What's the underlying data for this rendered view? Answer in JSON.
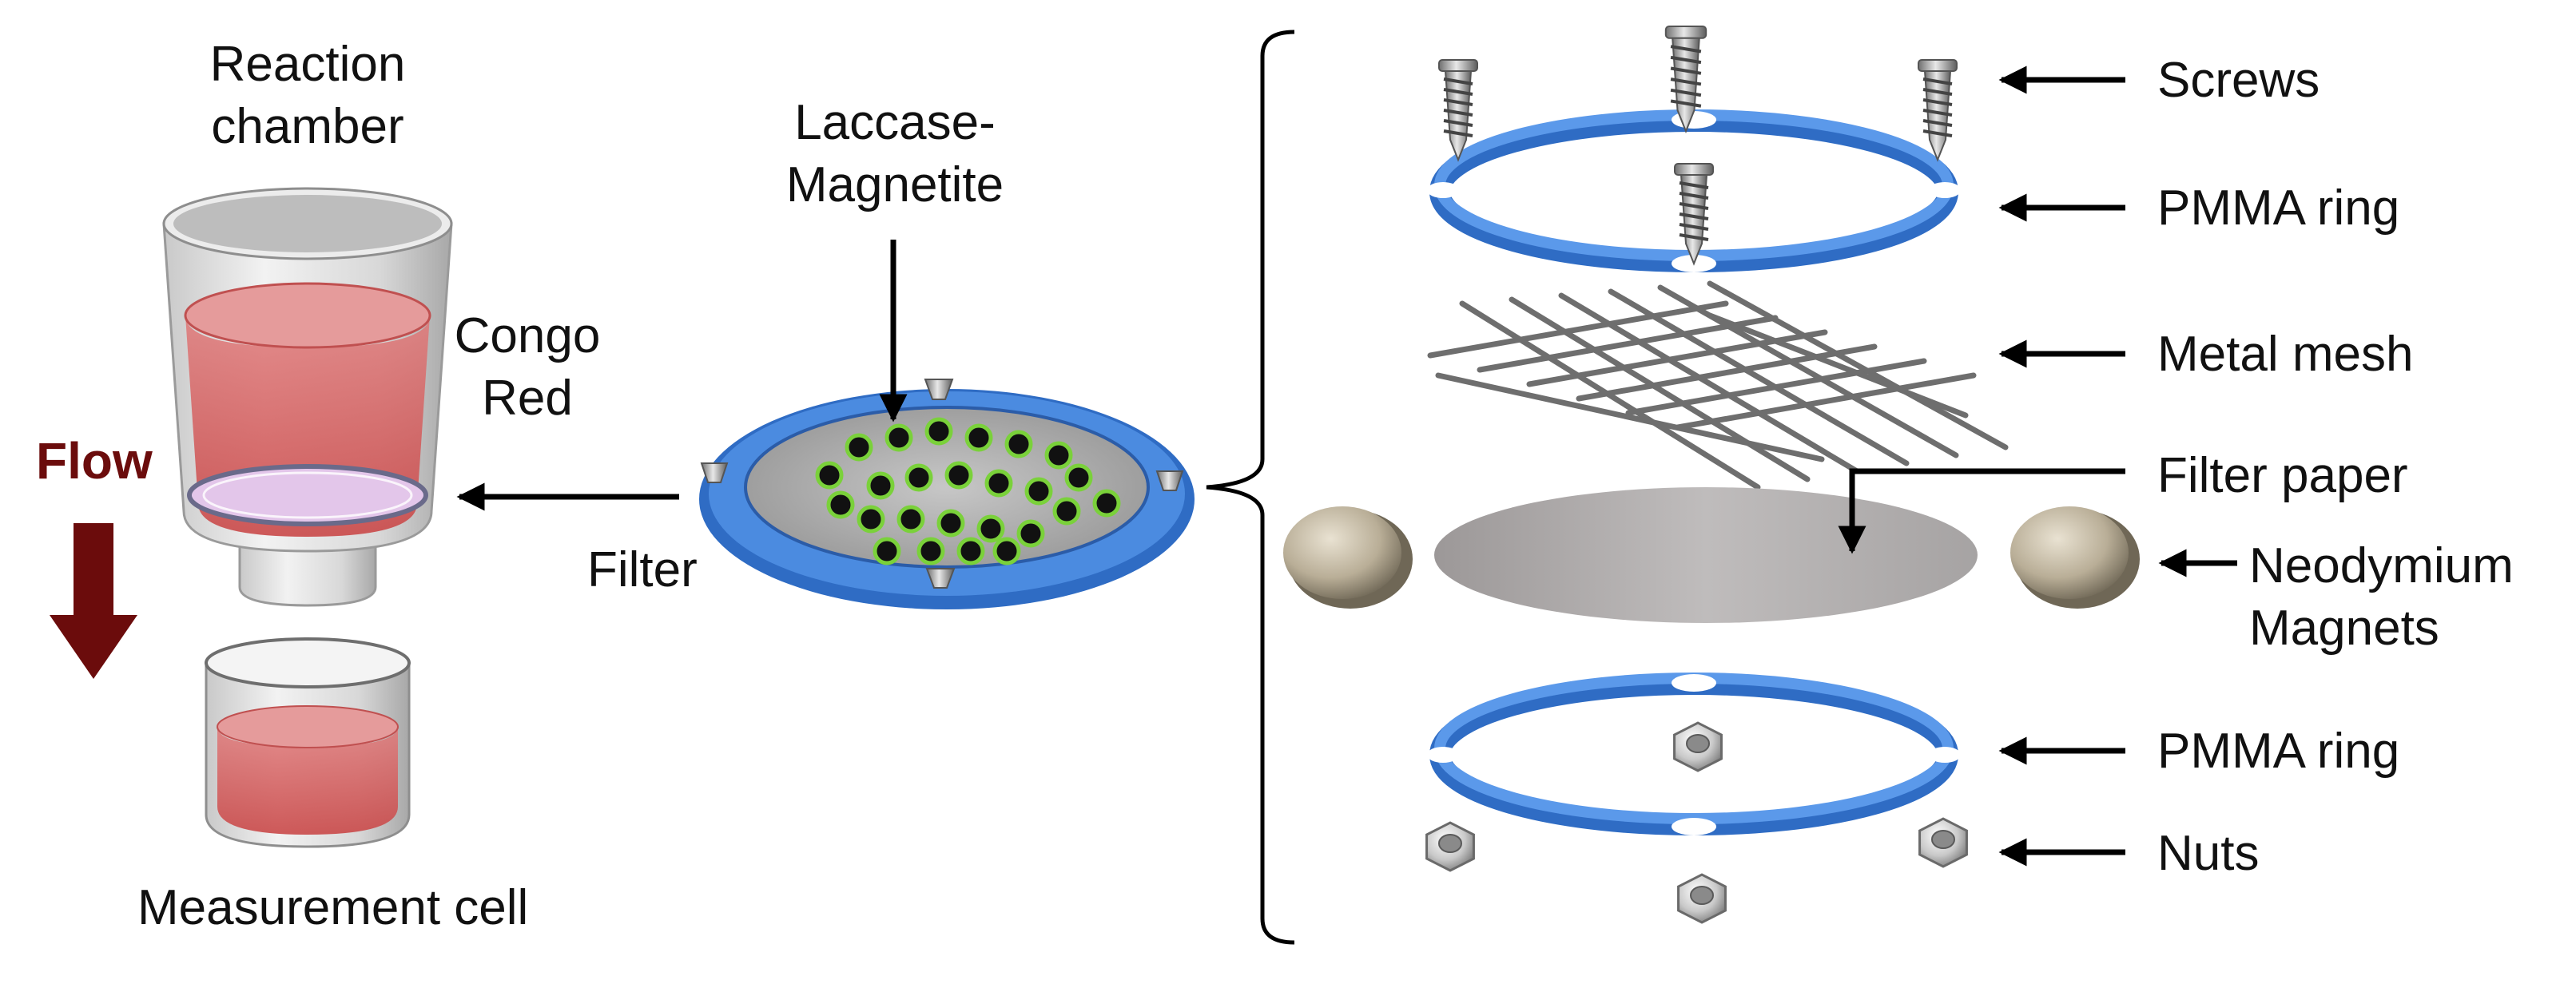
{
  "colors": {
    "ring_blue": "#3f7fd6",
    "flow_red": "#6b0c0c",
    "congo_red": "#d85a5a",
    "bead_green": "#7ad13a"
  },
  "left": {
    "reaction_chamber": [
      "Reaction",
      "chamber"
    ],
    "congo_red": [
      "Congo",
      "Red"
    ],
    "flow": "Flow",
    "measurement_cell": "Measurement cell"
  },
  "center": {
    "laccase_magnetite": [
      "Laccase-",
      "Magnetite"
    ],
    "filter": "Filter"
  },
  "right": {
    "screws": "Screws",
    "pmma_ring_top": "PMMA ring",
    "metal_mesh": "Metal mesh",
    "filter_paper": "Filter paper",
    "neodymium_magnets": [
      "Neodymium",
      "Magnets"
    ],
    "pmma_ring_bottom": "PMMA ring",
    "nuts": "Nuts"
  }
}
